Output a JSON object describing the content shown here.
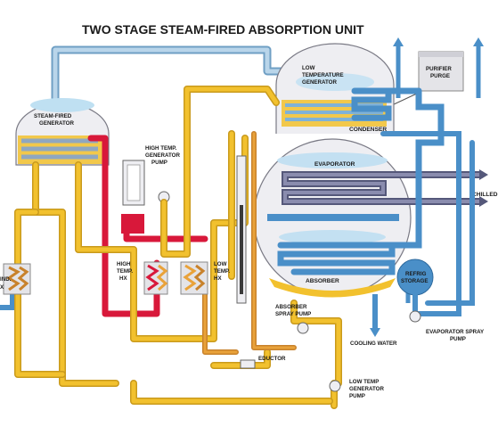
{
  "title": "TWO STAGE STEAM-FIRED ABSORPTION UNIT",
  "labels": {
    "low_temp_generator": [
      "LOW",
      "TEMPERATURE",
      "GENERATOR"
    ],
    "steam_fired_generator": [
      "STEAM-FIRED",
      "GENERATOR"
    ],
    "purifier_purge": [
      "PURIFIER",
      "PURGE"
    ],
    "condenser": "CONDENSER",
    "evaporator": "EVAPORATOR",
    "chilled": "CHILLED",
    "high_temp_generator_pump": [
      "HIGH TEMP.",
      "GENERATOR",
      "PUMP"
    ],
    "high_temp_hx": [
      "HIGH",
      "TEMP.",
      "HX"
    ],
    "low_temp_hx": [
      "LOW",
      "TEMP.",
      "HX"
    ],
    "ind_hx": [
      "IND.",
      "X"
    ],
    "absorber": "ABSORBER",
    "refrig_storage": [
      "REFRIG",
      "STORAGE"
    ],
    "absorber_spray_pump": [
      "ABSORBER",
      "SPRAY PUMP"
    ],
    "evaporator_spray_pump": [
      "EVAPORATOR SPRAY",
      "PUMP"
    ],
    "cooling_water": "COOLING WATER",
    "eductor": "EDUCTOR",
    "low_temp_generator_pump": [
      "LOW TEMP",
      "GENERATOR",
      "PUMP"
    ]
  },
  "colors": {
    "strong_solution": "#f2c12e",
    "weak_solution": "#e9a23a",
    "hot_solution": "#d8183a",
    "refrigerant_vapor": "#a9cce6",
    "water": "#4a8fc8",
    "chilled_water": "#6d6f8a",
    "shell": "#eeeef2"
  }
}
